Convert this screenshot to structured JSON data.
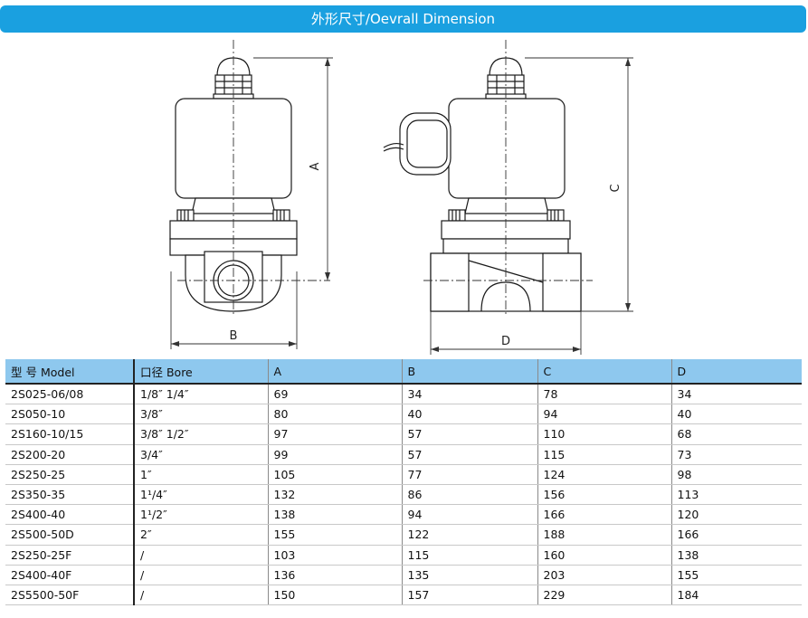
{
  "title": "外形尺寸/Oevrall Dimension",
  "dimension_labels": {
    "a": "A",
    "b": "B",
    "c": "C",
    "d": "D"
  },
  "table": {
    "headers": [
      "型 号 Model",
      "口径 Bore",
      "A",
      "B",
      "C",
      "D"
    ],
    "rows": [
      [
        "2S025-06/08",
        "1/8″   1/4″",
        "69",
        "34",
        "78",
        "34"
      ],
      [
        "2S050-10",
        "3/8″",
        "80",
        "40",
        "94",
        "40"
      ],
      [
        "2S160-10/15",
        "3/8″   1/2″",
        "97",
        "57",
        "110",
        "68"
      ],
      [
        "2S200-20",
        "3/4″",
        "99",
        "57",
        "115",
        "73"
      ],
      [
        "2S250-25",
        "1″",
        "105",
        "77",
        "124",
        "98"
      ],
      [
        "2S350-35",
        "1¹/4″",
        "132",
        "86",
        "156",
        "113"
      ],
      [
        "2S400-40",
        "1¹/2″",
        "138",
        "94",
        "166",
        "120"
      ],
      [
        "2S500-50D",
        "2″",
        "155",
        "122",
        "188",
        "166"
      ],
      [
        "2S250-25F",
        "/",
        "103",
        "115",
        "160",
        "138"
      ],
      [
        "2S400-40F",
        "/",
        "136",
        "135",
        "203",
        "155"
      ],
      [
        "2S5500-50F",
        "/",
        "150",
        "157",
        "229",
        "184"
      ]
    ]
  }
}
